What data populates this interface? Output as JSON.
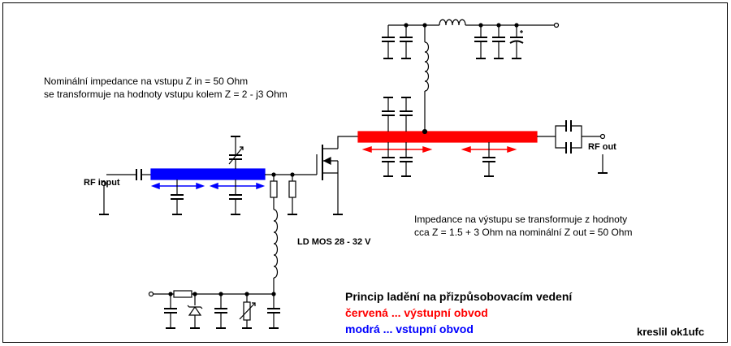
{
  "notes": {
    "input_line1": "Nominální impedance na vstupu Z in = 50 Ohm",
    "input_line2": "se transformuje na hodnoty vstupu kolem Z = 2 - j3 Ohm",
    "output_line1": "Impedance na výstupu se transformuje z hodnoty",
    "output_line2": "cca Z = 1.5 + 3 Ohm na nominální Z out = 50 Ohm"
  },
  "labels": {
    "rf_input": "RF input",
    "rf_out": "RF out",
    "transistor": "LD MOS 28 - 32 V",
    "author": "kreslil  ok1ufc"
  },
  "legend": {
    "title": "Princip ladění na přizpůsobovacím vedení",
    "red": "červená  ...  výstupní obvod",
    "blue": "modrá  ...   vstupní obvod"
  },
  "colors": {
    "output_line": "#ff0000",
    "input_line": "#0000ff",
    "wire": "#000000"
  }
}
